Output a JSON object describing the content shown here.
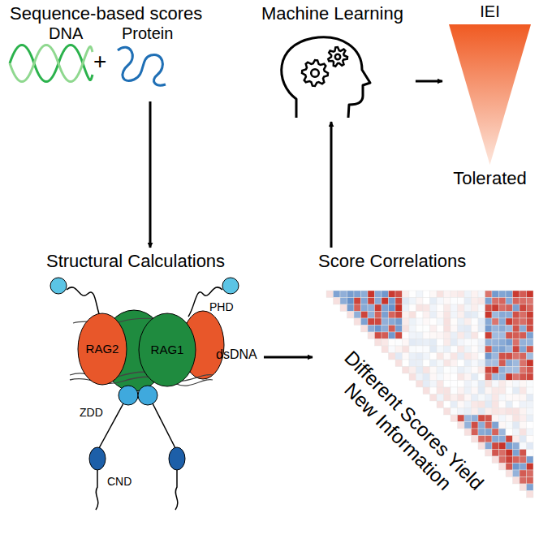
{
  "diagram": {
    "nodes": [
      {
        "text": [
          "Sequence-based scores"
        ]
      },
      {
        "text": [
          "Machine Learning"
        ]
      },
      {
        "text": [
          "IEI",
          "Tolerated"
        ]
      },
      {
        "text": [
          "Structural Calculations"
        ]
      },
      {
        "text": [
          "RAG2"
        ],
        "in": 3
      },
      {
        "text": [
          "RAG1"
        ],
        "in": 3
      },
      {
        "text": [
          "Score Correlations",
          "Different Scores Yield New Information"
        ]
      }
    ],
    "edges": [
      {
        "from": 0,
        "to": 3,
        "arrow": "to"
      },
      {
        "from": 3,
        "to": 6,
        "arrow": "to"
      },
      {
        "from": 6,
        "to": 1,
        "arrow": "to"
      },
      {
        "from": 1,
        "to": 2,
        "arrow": "to"
      }
    ],
    "labels": [
      "DNA",
      "+",
      "Protein",
      "PHD",
      "dsDNA",
      "ZDD",
      "CND"
    ]
  }
}
